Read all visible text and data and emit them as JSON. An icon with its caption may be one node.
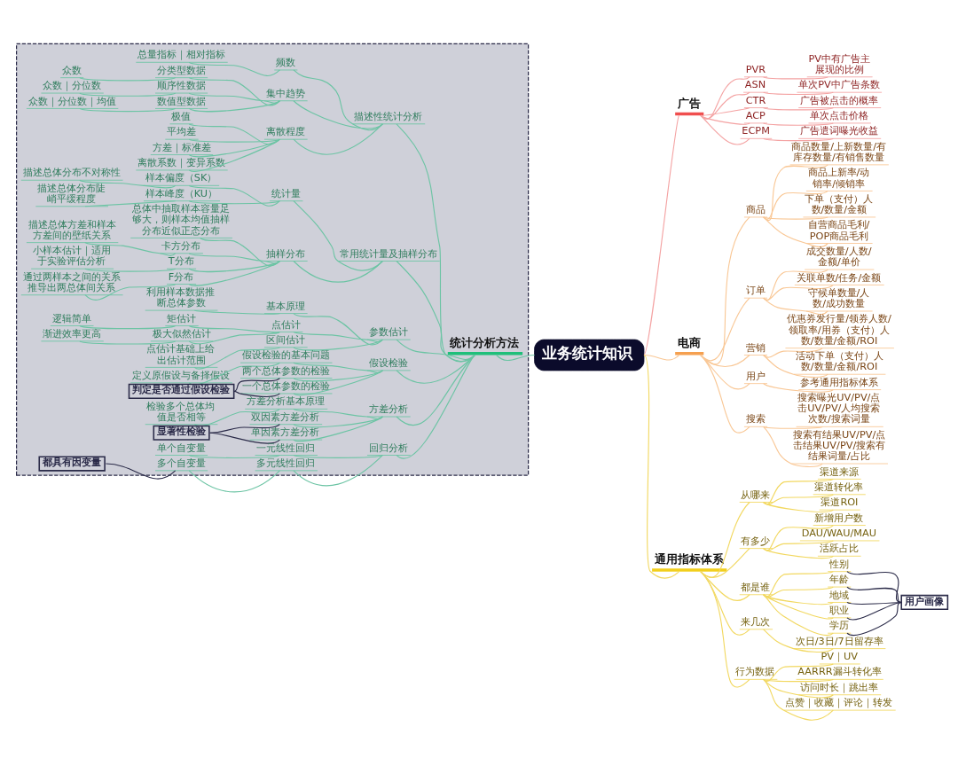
{
  "diagram": {
    "nodes": [
      {
        "text": [
          "业务统计知识"
        ]
      },
      {
        "text": [],
        "shape": "box"
      },
      {
        "text": [
          "统计分析方法"
        ],
        "in": 1
      },
      {
        "text": [
          "描述性统计分析"
        ],
        "in": 1
      },
      {
        "text": [
          "频数"
        ],
        "in": 1
      },
      {
        "text": [
          "总量指标｜相对指标"
        ],
        "in": 1
      },
      {
        "text": [
          "集中趋势"
        ],
        "in": 1
      },
      {
        "text": [
          "分类型数据"
        ],
        "in": 1
      },
      {
        "text": [
          "众数"
        ],
        "in": 1
      },
      {
        "text": [
          "顺序性数据"
        ],
        "in": 1
      },
      {
        "text": [
          "众数｜分位数"
        ],
        "in": 1
      },
      {
        "text": [
          "数值型数据"
        ],
        "in": 1
      },
      {
        "text": [
          "众数｜分位数｜均值"
        ],
        "in": 1
      },
      {
        "text": [
          "离散程度"
        ],
        "in": 1
      },
      {
        "text": [
          "极值"
        ],
        "in": 1
      },
      {
        "text": [
          "平均差"
        ],
        "in": 1
      },
      {
        "text": [
          "方差｜标准差"
        ],
        "in": 1
      },
      {
        "text": [
          "离散系数｜变异系数"
        ],
        "in": 1
      },
      {
        "text": [
          "常用统计量及抽样分布"
        ],
        "in": 1
      },
      {
        "text": [
          "统计量"
        ],
        "in": 1
      },
      {
        "text": [
          "样本偏度（SK）"
        ],
        "in": 1
      },
      {
        "text": [
          "描述总体分布不对称性"
        ],
        "in": 1
      },
      {
        "text": [
          "样本峰度（KU）"
        ],
        "in": 1
      },
      {
        "text": [
          "描述总体分布陡峭平缓程度"
        ],
        "in": 1
      },
      {
        "text": [
          "抽样分布"
        ],
        "in": 1
      },
      {
        "text": [
          "总体中抽取样本容量足够大，则样本均值抽样分布近似正态分布"
        ],
        "in": 1
      },
      {
        "text": [
          "卡方分布"
        ],
        "in": 1
      },
      {
        "text": [
          "描述总体方差和样本方差间的壁纸关系"
        ],
        "in": 1
      },
      {
        "text": [
          "T分布"
        ],
        "in": 1
      },
      {
        "text": [
          "小样本估计｜适用于实验评估分析"
        ],
        "in": 1
      },
      {
        "text": [
          "F分布"
        ],
        "in": 1
      },
      {
        "text": [
          "通过两样本之间的关系推导出两总体间关系"
        ],
        "in": 1
      },
      {
        "text": [
          "参数估计"
        ],
        "in": 1
      },
      {
        "text": [
          "基本原理"
        ],
        "in": 1
      },
      {
        "text": [
          "利用样本数据推断总体参数"
        ],
        "in": 1
      },
      {
        "text": [
          "点估计"
        ],
        "in": 1
      },
      {
        "text": [
          "矩估计"
        ],
        "in": 1
      },
      {
        "text": [
          "逻辑简单"
        ],
        "in": 1
      },
      {
        "text": [
          "极大似然估计"
        ],
        "in": 1
      },
      {
        "text": [
          "渐进效率更高"
        ],
        "in": 1
      },
      {
        "text": [
          "区间估计"
        ],
        "in": 1
      },
      {
        "text": [
          "点估计基础上给出估计范围"
        ],
        "in": 1
      },
      {
        "text": [
          "假设检验"
        ],
        "in": 1
      },
      {
        "text": [
          "假设检验的基本问题"
        ],
        "in": 1
      },
      {
        "text": [
          "定义原假设与备择假设"
        ],
        "in": 1
      },
      {
        "text": [
          "一个总体参数的检验"
        ],
        "in": 1
      },
      {
        "text": [
          "两个总体参数的检验"
        ],
        "in": 1
      },
      {
        "text": [
          "判定是否通过假设检验"
        ],
        "in": 1
      },
      {
        "text": [
          "方差分析"
        ],
        "in": 1
      },
      {
        "text": [
          "方差分析基本原理"
        ],
        "in": 1
      },
      {
        "text": [
          "检验多个总体均值是否相等"
        ],
        "in": 1
      },
      {
        "text": [
          "单因素方差分析"
        ],
        "in": 1
      },
      {
        "text": [
          "双因素方差分析"
        ],
        "in": 1
      },
      {
        "text": [
          "显著性检验"
        ],
        "in": 1
      },
      {
        "text": [
          "回归分析"
        ],
        "in": 1
      },
      {
        "text": [
          "一元线性回归"
        ],
        "in": 1
      },
      {
        "text": [
          "单个自变量"
        ],
        "in": 1
      },
      {
        "text": [
          "多元线性回归"
        ],
        "in": 1
      },
      {
        "text": [
          "多个自变量"
        ],
        "in": 1
      },
      {
        "text": [
          "都具有因变量"
        ],
        "in": 1
      },
      {
        "text": [
          "广告"
        ]
      },
      {
        "text": [
          "PVR"
        ]
      },
      {
        "text": [
          "PV中有广告主展现的比例"
        ]
      },
      {
        "text": [
          "ASN"
        ]
      },
      {
        "text": [
          "单次PV中广告条数"
        ]
      },
      {
        "text": [
          "CTR"
        ]
      },
      {
        "text": [
          "广告被点击的概率"
        ]
      },
      {
        "text": [
          "ACP"
        ]
      },
      {
        "text": [
          "单次点击价格"
        ]
      },
      {
        "text": [
          "ECPM"
        ]
      },
      {
        "text": [
          "广告遣词曝光收益"
        ]
      },
      {
        "text": [
          "电商"
        ]
      },
      {
        "text": [
          "商品"
        ]
      },
      {
        "text": [
          "商品数量/上新数量/有库存数量/有销售数量"
        ]
      },
      {
        "text": [
          "商品上新率/动销率/倾销率"
        ]
      },
      {
        "text": [
          "下单（支付）人数/数量/金额"
        ]
      },
      {
        "text": [
          "自营商品毛利/POP商品毛利"
        ]
      },
      {
        "text": [
          "订单"
        ]
      },
      {
        "text": [
          "成交数量/人数/金额/单价"
        ]
      },
      {
        "text": [
          "关联单数/任务/金额"
        ]
      },
      {
        "text": [
          "守候单数量/人数/成功数量"
        ]
      },
      {
        "text": [
          "营销"
        ]
      },
      {
        "text": [
          "优惠券发行量/领券人数/领取率/用券（支付）人数/数量/金额/ROI"
        ]
      },
      {
        "text": [
          "活动下单（支付）人数/数量/金额/ROI"
        ]
      },
      {
        "text": [
          "用户"
        ]
      },
      {
        "text": [
          "参考通用指标体系"
        ]
      },
      {
        "text": [
          "搜索"
        ]
      },
      {
        "text": [
          "搜索曝光UV/PV/点击UV/PV/人均搜索次数/搜索词量"
        ]
      },
      {
        "text": [
          "搜索有结果UV/PV/点击结果UV/PV/搜索有结果词量/占比"
        ]
      },
      {
        "text": [
          "通用指标体系"
        ]
      },
      {
        "text": [
          "从哪来"
        ]
      },
      {
        "text": [
          "渠道来源"
        ]
      },
      {
        "text": [
          "渠道转化率"
        ]
      },
      {
        "text": [
          "渠道ROI"
        ]
      },
      {
        "text": [
          "有多少"
        ]
      },
      {
        "text": [
          "新增用户数"
        ]
      },
      {
        "text": [
          "DAU/WAU/MAU"
        ]
      },
      {
        "text": [
          "活跃占比"
        ]
      },
      {
        "text": [
          "都是谁"
        ]
      },
      {
        "text": [
          "性别"
        ]
      },
      {
        "text": [
          "年龄"
        ]
      },
      {
        "text": [
          "地域"
        ]
      },
      {
        "text": [
          "职业"
        ]
      },
      {
        "text": [
          "学历"
        ]
      },
      {
        "text": [
          "用户画像"
        ]
      },
      {
        "text": [
          "来几次"
        ]
      },
      {
        "text": [
          "次日/3日/7日留存率"
        ]
      },
      {
        "text": [
          "行为数据"
        ]
      },
      {
        "text": [
          "PV｜UV"
        ]
      },
      {
        "text": [
          "AARRR漏斗转化率"
        ]
      },
      {
        "text": [
          "访问时长｜跳出率"
        ]
      },
      {
        "text": [
          "点赞｜收藏｜评论｜转发"
        ]
      }
    ],
    "edges": [
      {
        "from": 2,
        "to": 0,
        "arrow": "none"
      },
      {
        "from": 3,
        "to": 2,
        "arrow": "none"
      },
      {
        "from": 4,
        "to": 3,
        "arrow": "none"
      },
      {
        "from": 5,
        "to": 4,
        "arrow": "none"
      },
      {
        "from": 6,
        "to": 3,
        "arrow": "none"
      },
      {
        "from": 7,
        "to": 6,
        "arrow": "none"
      },
      {
        "from": 8,
        "to": 7,
        "arrow": "none"
      },
      {
        "from": 9,
        "to": 6,
        "arrow": "none"
      },
      {
        "from": 10,
        "to": 9,
        "arrow": "none"
      },
      {
        "from": 11,
        "to": 6,
        "arrow": "none"
      },
      {
        "from": 12,
        "to": 11,
        "arrow": "none"
      },
      {
        "from": 13,
        "to": 3,
        "arrow": "none"
      },
      {
        "from": 14,
        "to": 13,
        "arrow": "none"
      },
      {
        "from": 15,
        "to": 13,
        "arrow": "none"
      },
      {
        "from": 16,
        "to": 13,
        "arrow": "none"
      },
      {
        "from": 17,
        "to": 13,
        "arrow": "none"
      },
      {
        "from": 18,
        "to": 2,
        "arrow": "none"
      },
      {
        "from": 19,
        "to": 18,
        "arrow": "none"
      },
      {
        "from": 20,
        "to": 19,
        "arrow": "none"
      },
      {
        "from": 21,
        "to": 20,
        "arrow": "none"
      },
      {
        "from": 22,
        "to": 19,
        "arrow": "none"
      },
      {
        "from": 23,
        "to": 22,
        "arrow": "none"
      },
      {
        "from": 24,
        "to": 18,
        "arrow": "none"
      },
      {
        "from": 25,
        "to": 24,
        "arrow": "none"
      },
      {
        "from": 26,
        "to": 24,
        "arrow": "none"
      },
      {
        "from": 27,
        "to": 26,
        "arrow": "none"
      },
      {
        "from": 28,
        "to": 24,
        "arrow": "none"
      },
      {
        "from": 29,
        "to": 28,
        "arrow": "none"
      },
      {
        "from": 30,
        "to": 24,
        "arrow": "none"
      },
      {
        "from": 31,
        "to": 30,
        "arrow": "none"
      },
      {
        "from": 32,
        "to": 2,
        "arrow": "none"
      },
      {
        "from": 33,
        "to": 32,
        "arrow": "none"
      },
      {
        "from": 34,
        "to": 33,
        "arrow": "none"
      },
      {
        "from": 35,
        "to": 32,
        "arrow": "none"
      },
      {
        "from": 36,
        "to": 35,
        "arrow": "none"
      },
      {
        "from": 37,
        "to": 36,
        "arrow": "none"
      },
      {
        "from": 38,
        "to": 35,
        "arrow": "none"
      },
      {
        "from": 39,
        "to": 38,
        "arrow": "none"
      },
      {
        "from": 40,
        "to": 32,
        "arrow": "none"
      },
      {
        "from": 41,
        "to": 40,
        "arrow": "none"
      },
      {
        "from": 42,
        "to": 2,
        "arrow": "none"
      },
      {
        "from": 43,
        "to": 42,
        "arrow": "none"
      },
      {
        "from": 44,
        "to": 43,
        "arrow": "none"
      },
      {
        "from": 45,
        "to": 42,
        "arrow": "none"
      },
      {
        "from": 46,
        "to": 42,
        "arrow": "none"
      },
      {
        "from": 47,
        "to": 45,
        "arrow": "none",
        "color": "#2a2a48"
      },
      {
        "from": 47,
        "to": 46,
        "arrow": "none",
        "color": "#2a2a48"
      },
      {
        "from": 48,
        "to": 2,
        "arrow": "none"
      },
      {
        "from": 49,
        "to": 48,
        "arrow": "none"
      },
      {
        "from": 50,
        "to": 49,
        "arrow": "none"
      },
      {
        "from": 51,
        "to": 48,
        "arrow": "none"
      },
      {
        "from": 52,
        "to": 48,
        "arrow": "none"
      },
      {
        "from": 53,
        "to": 51,
        "arrow": "none",
        "color": "#2a2a48"
      },
      {
        "from": 53,
        "to": 52,
        "arrow": "none",
        "color": "#2a2a48"
      },
      {
        "from": 54,
        "to": 2,
        "arrow": "none"
      },
      {
        "from": 55,
        "to": 54,
        "arrow": "none"
      },
      {
        "from": 56,
        "to": 55,
        "arrow": "none"
      },
      {
        "from": 57,
        "to": 54,
        "arrow": "none"
      },
      {
        "from": 58,
        "to": 57,
        "arrow": "none"
      },
      {
        "from": 59,
        "to": 58,
        "arrow": "none",
        "color": "#2a2a48"
      },
      {
        "from": 0,
        "to": 60,
        "arrow": "none",
        "color": "#f4a3a3"
      },
      {
        "from": 60,
        "to": 61,
        "arrow": "none",
        "color": "#f4a3a3"
      },
      {
        "from": 61,
        "to": 62,
        "arrow": "none",
        "color": "#f4a3a3"
      },
      {
        "from": 60,
        "to": 63,
        "arrow": "none",
        "color": "#f4a3a3"
      },
      {
        "from": 63,
        "to": 64,
        "arrow": "none",
        "color": "#f4a3a3"
      },
      {
        "from": 60,
        "to": 65,
        "arrow": "none",
        "color": "#f4a3a3"
      },
      {
        "from": 65,
        "to": 66,
        "arrow": "none",
        "color": "#f4a3a3"
      },
      {
        "from": 60,
        "to": 67,
        "arrow": "none",
        "color": "#f4a3a3"
      },
      {
        "from": 67,
        "to": 68,
        "arrow": "none",
        "color": "#f4a3a3"
      },
      {
        "from": 60,
        "to": 69,
        "arrow": "none",
        "color": "#f4a3a3"
      },
      {
        "from": 69,
        "to": 70,
        "arrow": "none",
        "color": "#f4a3a3"
      },
      {
        "from": 0,
        "to": 71,
        "arrow": "none",
        "color": "#f9c795"
      },
      {
        "from": 71,
        "to": 72,
        "arrow": "none",
        "color": "#f9c795"
      },
      {
        "from": 72,
        "to": 73,
        "arrow": "none",
        "color": "#f9c795"
      },
      {
        "from": 72,
        "to": 74,
        "arrow": "none",
        "color": "#f9c795"
      },
      {
        "from": 72,
        "to": 75,
        "arrow": "none",
        "color": "#f9c795"
      },
      {
        "from": 72,
        "to": 76,
        "arrow": "none",
        "color": "#f9c795"
      },
      {
        "from": 71,
        "to": 77,
        "arrow": "none",
        "color": "#f9c795"
      },
      {
        "from": 77,
        "to": 78,
        "arrow": "none",
        "color": "#f9c795"
      },
      {
        "from": 77,
        "to": 79,
        "arrow": "none",
        "color": "#f9c795"
      },
      {
        "from": 77,
        "to": 80,
        "arrow": "none",
        "color": "#f9c795"
      },
      {
        "from": 71,
        "to": 81,
        "arrow": "none",
        "color": "#f9c795"
      },
      {
        "from": 81,
        "to": 82,
        "arrow": "none",
        "color": "#f9c795"
      },
      {
        "from": 81,
        "to": 83,
        "arrow": "none",
        "color": "#f9c795"
      },
      {
        "from": 71,
        "to": 84,
        "arrow": "none",
        "color": "#f9c795"
      },
      {
        "from": 84,
        "to": 85,
        "arrow": "none",
        "color": "#f9c795"
      },
      {
        "from": 71,
        "to": 86,
        "arrow": "none",
        "color": "#f9c795"
      },
      {
        "from": 86,
        "to": 87,
        "arrow": "none",
        "color": "#f9c795"
      },
      {
        "from": 86,
        "to": 88,
        "arrow": "none",
        "color": "#f9c795"
      },
      {
        "from": 0,
        "to": 89,
        "arrow": "none",
        "color": "#f2d860"
      },
      {
        "from": 89,
        "to": 90,
        "arrow": "none",
        "color": "#f2d860"
      },
      {
        "from": 90,
        "to": 91,
        "arrow": "none",
        "color": "#f2d860"
      },
      {
        "from": 90,
        "to": 92,
        "arrow": "none",
        "color": "#f2d860"
      },
      {
        "from": 90,
        "to": 93,
        "arrow": "none",
        "color": "#f2d860"
      },
      {
        "from": 89,
        "to": 94,
        "arrow": "none",
        "color": "#f2d860"
      },
      {
        "from": 94,
        "to": 95,
        "arrow": "none",
        "color": "#f2d860"
      },
      {
        "from": 94,
        "to": 96,
        "arrow": "none",
        "color": "#f2d860"
      },
      {
        "from": 94,
        "to": 97,
        "arrow": "none",
        "color": "#f2d860"
      },
      {
        "from": 89,
        "to": 98,
        "arrow": "none",
        "color": "#f2d860"
      },
      {
        "from": 98,
        "to": 99,
        "arrow": "none",
        "color": "#f2d860"
      },
      {
        "from": 98,
        "to": 100,
        "arrow": "none",
        "color": "#f2d860"
      },
      {
        "from": 98,
        "to": 101,
        "arrow": "none",
        "color": "#f2d860"
      },
      {
        "from": 98,
        "to": 102,
        "arrow": "none",
        "color": "#f2d860"
      },
      {
        "from": 98,
        "to": 103,
        "arrow": "none",
        "color": "#f2d860"
      },
      {
        "from": 99,
        "to": 104,
        "arrow": "none",
        "color": "#2a2a48"
      },
      {
        "from": 100,
        "to": 104,
        "arrow": "none",
        "color": "#2a2a48"
      },
      {
        "from": 101,
        "to": 104,
        "arrow": "none",
        "color": "#2a2a48"
      },
      {
        "from": 102,
        "to": 104,
        "arrow": "none",
        "color": "#2a2a48"
      },
      {
        "from": 103,
        "to": 104,
        "arrow": "none",
        "color": "#2a2a48"
      },
      {
        "from": 89,
        "to": 105,
        "arrow": "none",
        "color": "#f2d860"
      },
      {
        "from": 105,
        "to": 106,
        "arrow": "none",
        "color": "#f2d860"
      },
      {
        "from": 89,
        "to": 107,
        "arrow": "none",
        "color": "#f2d860"
      },
      {
        "from": 107,
        "to": 108,
        "arrow": "none",
        "color": "#f2d860"
      },
      {
        "from": 107,
        "to": 109,
        "arrow": "none",
        "color": "#f2d860"
      },
      {
        "from": 107,
        "to": 110,
        "arrow": "none",
        "color": "#f2d860"
      },
      {
        "from": 107,
        "to": 111,
        "arrow": "none",
        "color": "#f2d860"
      }
    ]
  }
}
